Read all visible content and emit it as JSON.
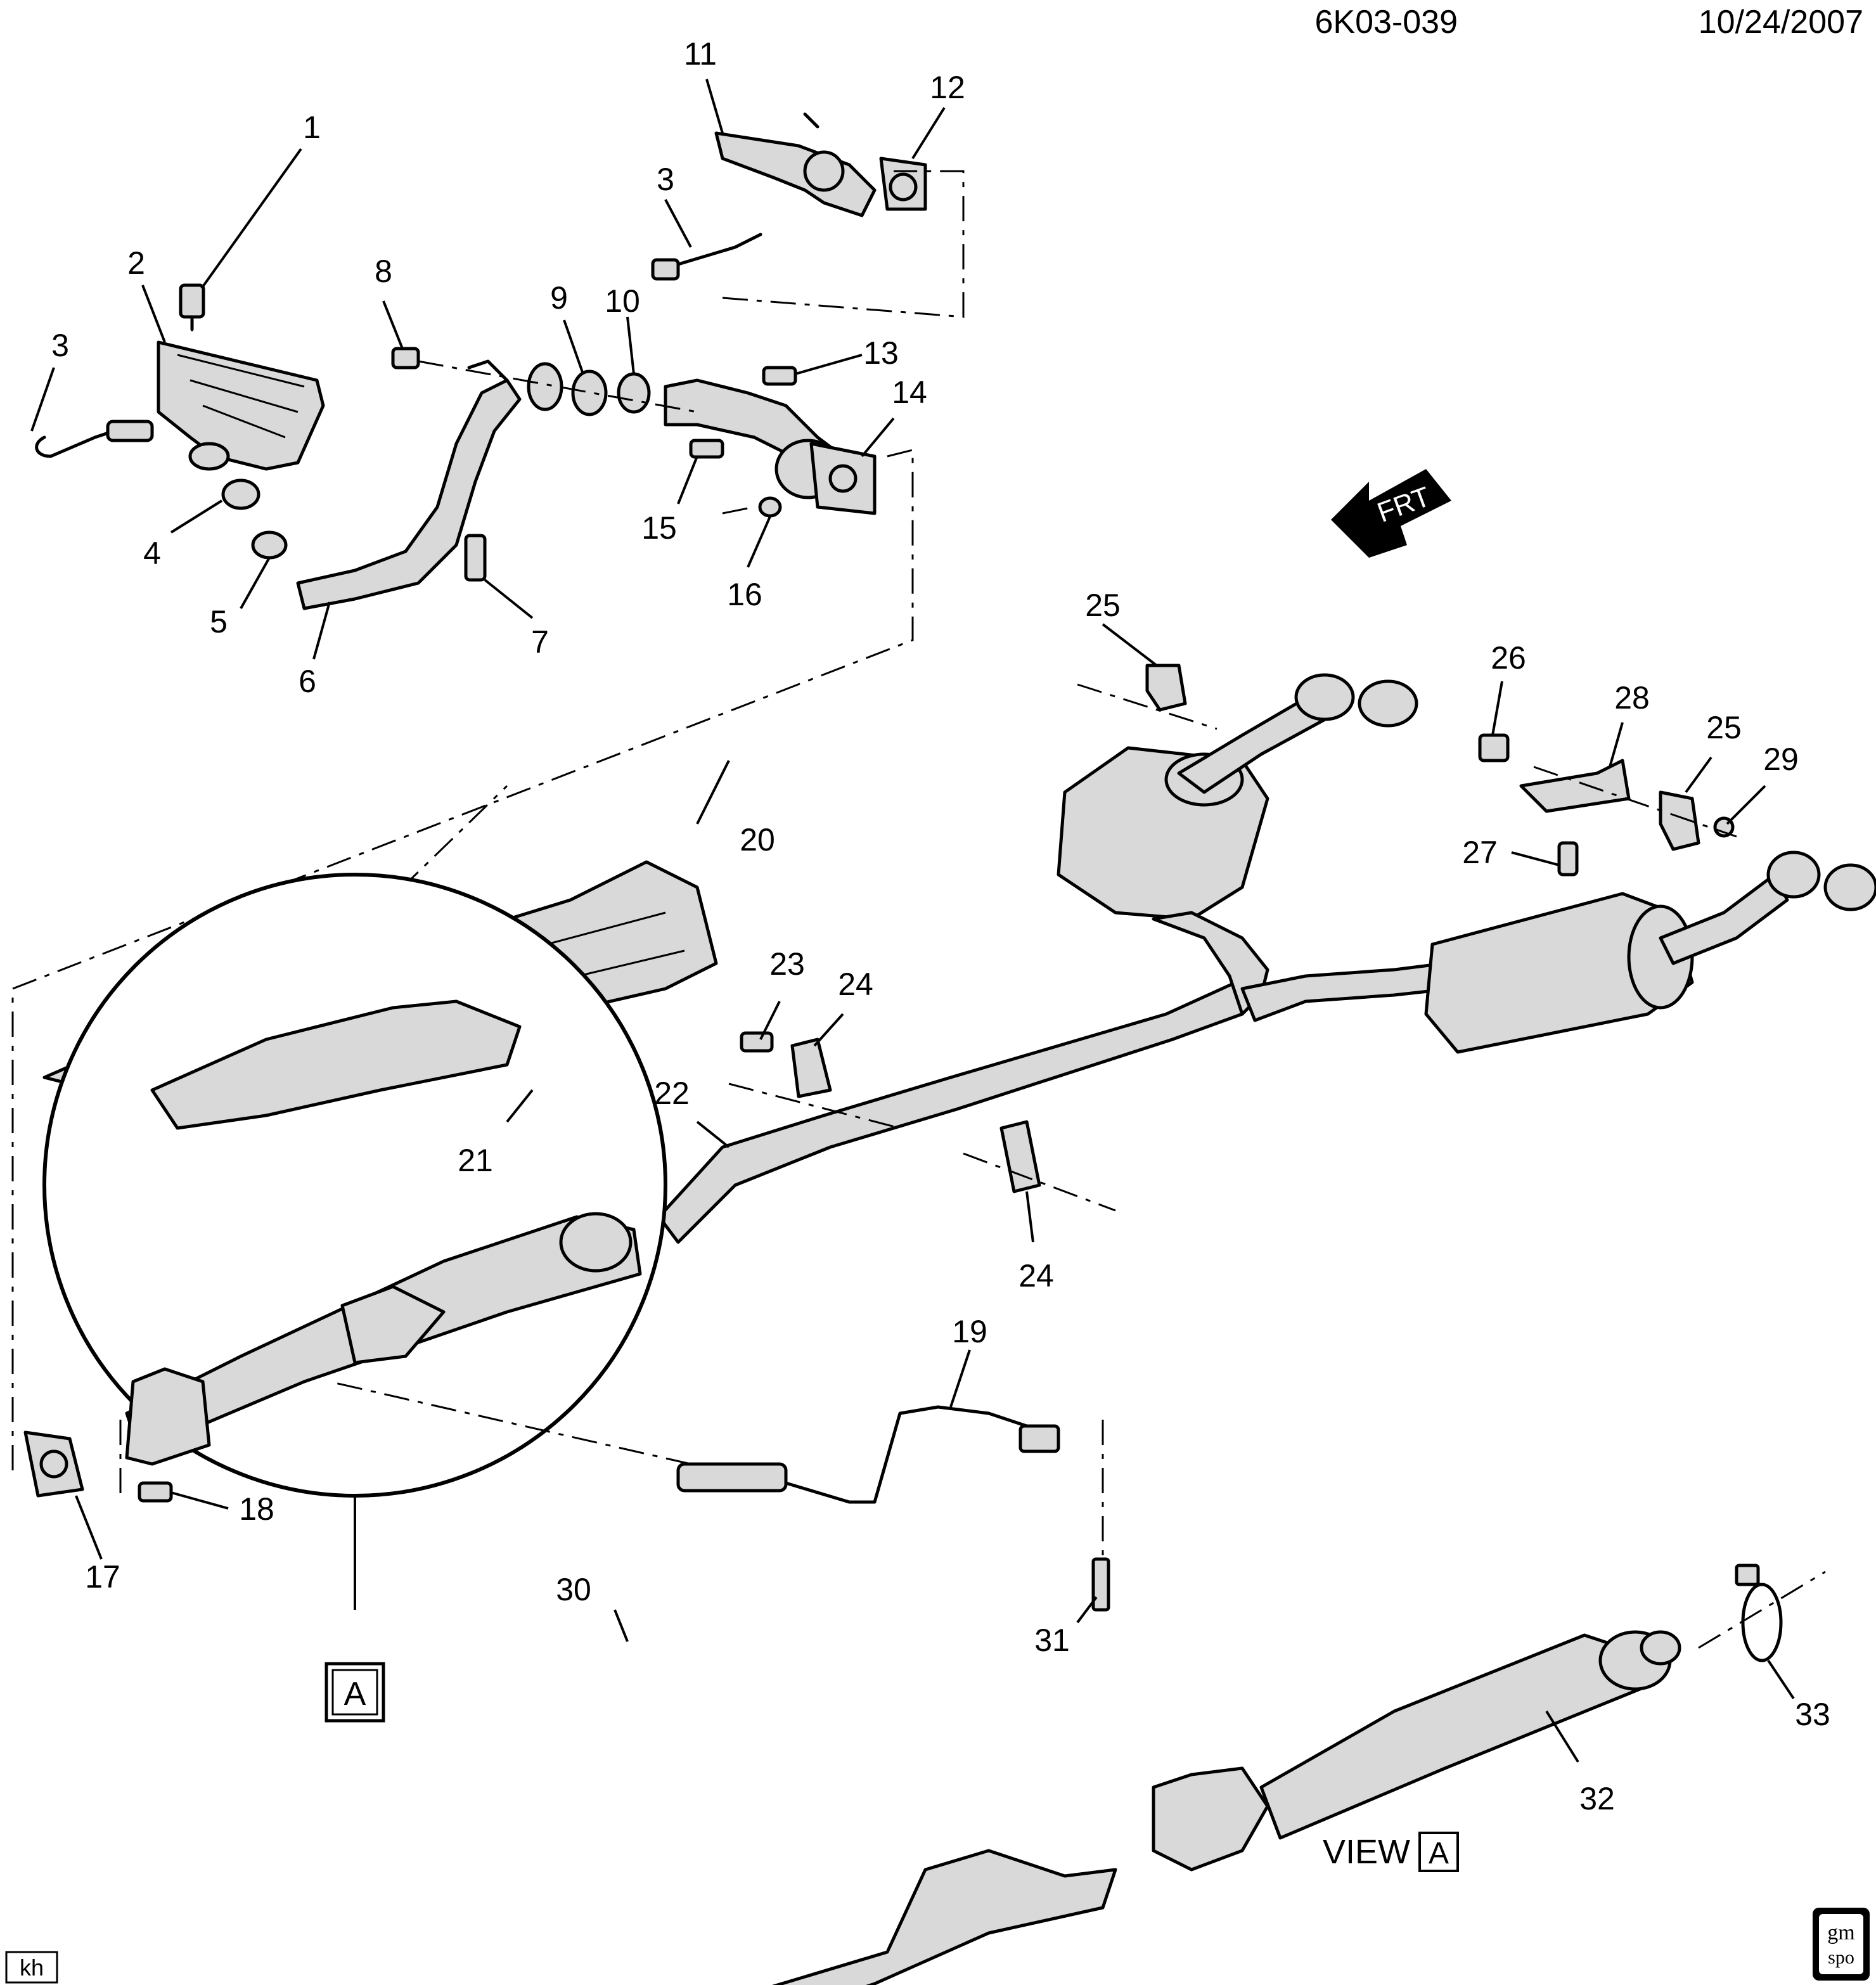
{
  "header": {
    "code": "6K03-039",
    "date": "10/24/2007"
  },
  "callouts": [
    "1",
    "2",
    "3",
    "3",
    "4",
    "5",
    "6",
    "7",
    "8",
    "9",
    "10",
    "11",
    "12",
    "13",
    "14",
    "15",
    "16",
    "17",
    "18",
    "19",
    "20",
    "21",
    "22",
    "23",
    "24",
    "24",
    "25",
    "25",
    "26",
    "27",
    "28",
    "29",
    "30",
    "31",
    "32",
    "33"
  ],
  "view_marker": {
    "box_letter": "A",
    "view_word": "VIEW",
    "view_letter": "A"
  },
  "front_arrow": {
    "label": "FRT"
  },
  "corner_left": {
    "label": "kh"
  },
  "corner_right": {
    "line1": "gm",
    "line2": "spo"
  }
}
